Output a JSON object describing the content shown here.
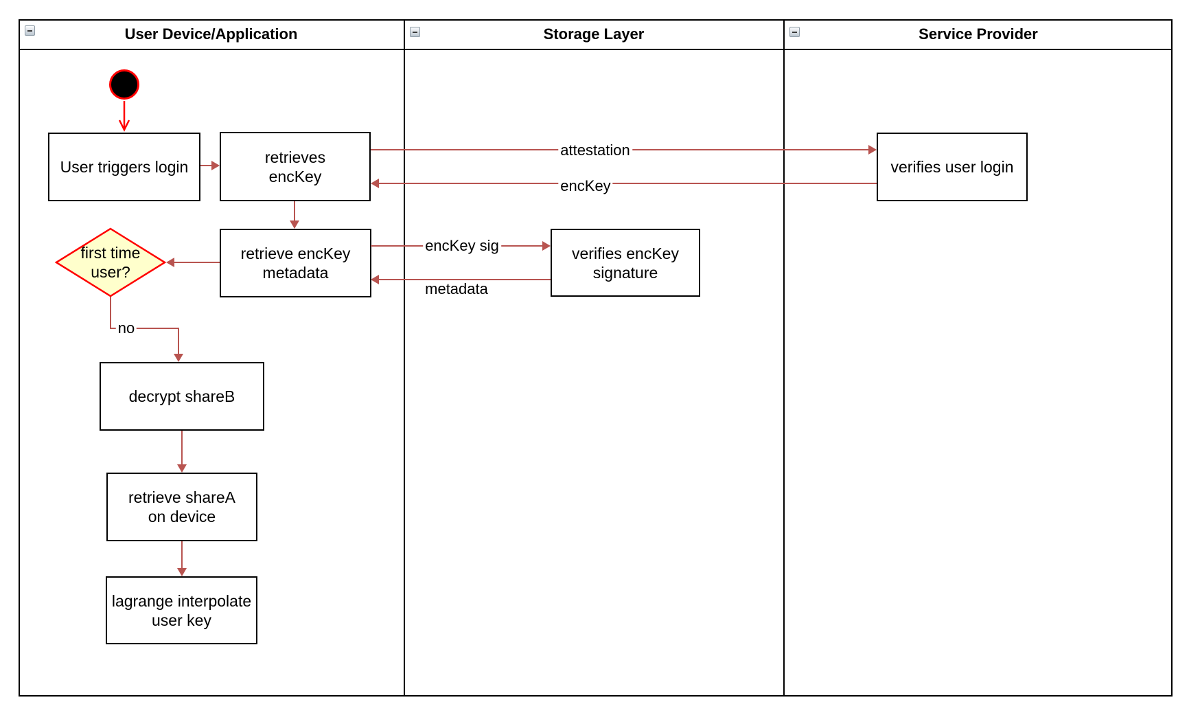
{
  "lanes": [
    {
      "id": "user-device",
      "title": "User Device/Application"
    },
    {
      "id": "storage-layer",
      "title": "Storage Layer"
    },
    {
      "id": "service-provider",
      "title": "Service Provider"
    }
  ],
  "nodes": {
    "user_triggers_login": {
      "label": "User triggers login"
    },
    "retrieves_enckey": {
      "label": "retrieves\nencKey"
    },
    "verifies_user_login": {
      "label": "verifies user login"
    },
    "retrieve_enckey_metadata": {
      "label": "retrieve encKey\nmetadata"
    },
    "verifies_enckey_signature": {
      "label": "verifies encKey\nsignature"
    },
    "first_time_user": {
      "label": "first time\nuser?"
    },
    "decrypt_shareb": {
      "label": "decrypt shareB"
    },
    "retrieve_sharea_on_device": {
      "label": "retrieve shareA\non device"
    },
    "lagrange_interpolate_user_key": {
      "label": "lagrange interpolate\nuser key"
    }
  },
  "edges": {
    "attestation": "attestation",
    "enckey": "encKey",
    "enckey_sig": "encKey sig",
    "metadata": "metadata",
    "no": "no"
  },
  "colors": {
    "arrow": "#b85450",
    "accent_red": "#ff0000",
    "diamond_fill": "#ffffcc",
    "diamond_border": "#ff0000",
    "border": "#000000",
    "background": "#ffffff"
  }
}
